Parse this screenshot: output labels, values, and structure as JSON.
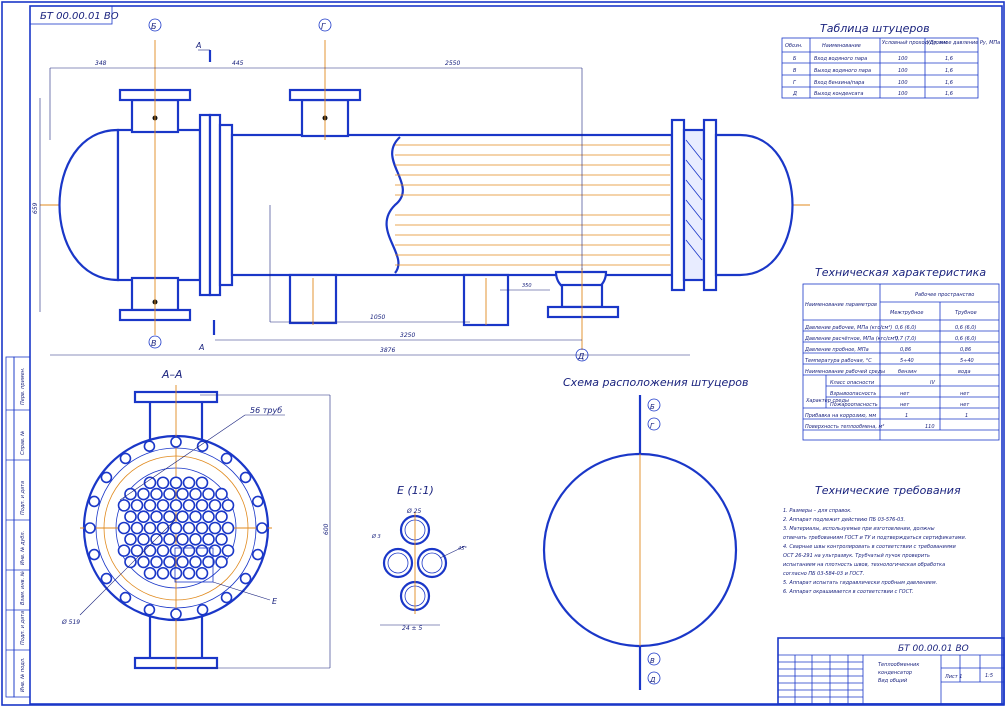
{
  "stamp": {
    "code_mirrored": "БТ 00.00.01 ВО"
  },
  "nozzle_table": {
    "title": "Таблица штуцеров",
    "headers": [
      "Обозн.",
      "Наименование",
      "Условный проход Ду, мм",
      "Условное давление Ру, МПа"
    ],
    "rows": [
      [
        "Б",
        "Вход водяного пара",
        "100",
        "1,6"
      ],
      [
        "В",
        "Выход водяного пара",
        "100",
        "1,6"
      ],
      [
        "Г",
        "Вход бензина/пара",
        "100",
        "1,6"
      ],
      [
        "Д",
        "Выход конденсата",
        "100",
        "1,6"
      ]
    ]
  },
  "tech_char": {
    "title": "Техническая характеристика",
    "col_main": "Наименование параметров",
    "col_group": "Рабочее пространство",
    "col1": "Межтрубное",
    "col2": "Трубное",
    "rows": [
      [
        "Давление рабочее, МПа (кгс/см²)",
        "0,6 (6,0)",
        "0,6 (6,0)"
      ],
      [
        "Давление расчётное, МПа (кгс/см²)",
        "0,7 (7,0)",
        "0,6 (6,0)"
      ],
      [
        "Давление пробное, МПа",
        "0,86",
        "0,86"
      ],
      [
        "Температура рабочая, °С",
        "5÷40",
        "5÷40"
      ],
      [
        "Наименование рабочей среды",
        "бензин",
        "вода"
      ],
      [
        "Класс опасности",
        "IV",
        ""
      ],
      [
        "Взрывоопасность",
        "нет",
        "нет"
      ],
      [
        "Пожароопасность",
        "нет",
        "нет"
      ],
      [
        "Прибавка на коррозию, мм",
        "1",
        "1"
      ],
      [
        "Поверхность теплообмена, м²",
        "110",
        ""
      ]
    ],
    "side_label": "Характер среды"
  },
  "tech_req": {
    "title": "Технические требования",
    "lines": [
      "1. Размеры – для справок.",
      "2. Аппарат подлежит действию ПБ 03-576-03.",
      "3. Материалы, используемые при изготовлении, должны",
      "отвечать требованиям ГОСТ и ТУ и подтверждаться сертификатами.",
      "4. Сварные швы контролировать в соответствии с требованиями",
      "ОСТ 26-291 на ультразвук. Трубчатый пучок проверить",
      "испытанием на плотность швов, технологическая обработка",
      "согласно ПБ 03-584-03 и ГОСТ.",
      "5. Аппарат испытать гидравлически пробным давлением.",
      "6. Аппарат окрашивается в соответствии с ГОСТ."
    ]
  },
  "views": {
    "section_aa": "А–А",
    "detail_e": "Е (1:1)",
    "nozzle_scheme": "Схема расположения штуцеров",
    "tubes_label": "56 труб",
    "section_arrow": "А",
    "detail_ref": "Е",
    "dia_label": "Ø 519",
    "angle_label": "45°",
    "pitch_label": "Ø 25",
    "gap_label": "Ø 3",
    "step_label": "24 ± 5"
  },
  "markers": {
    "b": "Б",
    "v": "В",
    "g": "Г",
    "d": "Д",
    "e": "Е"
  },
  "dims": {
    "d1": "348",
    "d2": "445",
    "d3": "2550",
    "d4": "1050",
    "d5": "3250",
    "d6": "3876",
    "d7": "659",
    "d8": "350",
    "d9": "600"
  },
  "title_block": {
    "designation": "БТ 00.00.01 ВО",
    "name_line1": "Теплообменник",
    "name_line2": "конденсатор",
    "name_line3": "Вид общий",
    "scale": "1:5",
    "sheet": "Лист 1"
  },
  "side_stamp": [
    "Перв. примен.",
    "Справ. №",
    "Подп. и дата",
    "Инв. № дубл.",
    "Взам. инв. №",
    "Подп. и дата",
    "Инв. № подл."
  ],
  "colors": {
    "line": "#1a37c8",
    "axis": "#e08a1e",
    "text": "#1a237e"
  }
}
